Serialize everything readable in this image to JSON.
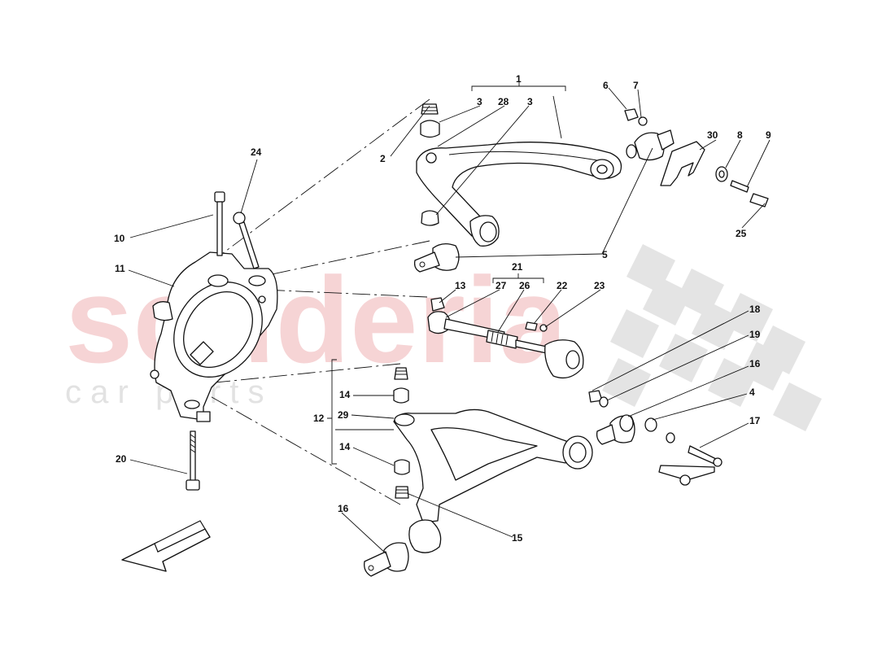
{
  "watermark": {
    "brand": "scuderia",
    "sub": "c a r   p a r t s"
  },
  "callouts": {
    "c1": "1",
    "c2": "2",
    "c3a": "3",
    "c3b": "3",
    "c4": "4",
    "c5": "5",
    "c6": "6",
    "c7": "7",
    "c8": "8",
    "c9": "9",
    "c10": "10",
    "c11": "11",
    "c12": "12",
    "c13": "13",
    "c14a": "14",
    "c14b": "14",
    "c15": "15",
    "c16a": "16",
    "c16b": "16",
    "c17": "17",
    "c18": "18",
    "c19": "19",
    "c20": "20",
    "c21": "21",
    "c22": "22",
    "c23": "23",
    "c24": "24",
    "c25": "25",
    "c26": "26",
    "c27": "27",
    "c28": "28",
    "c29": "29",
    "c30": "30"
  },
  "colors": {
    "watermark_red": "#f3c6c8",
    "watermark_grey": "#e2e2e2",
    "line": "#111111"
  }
}
